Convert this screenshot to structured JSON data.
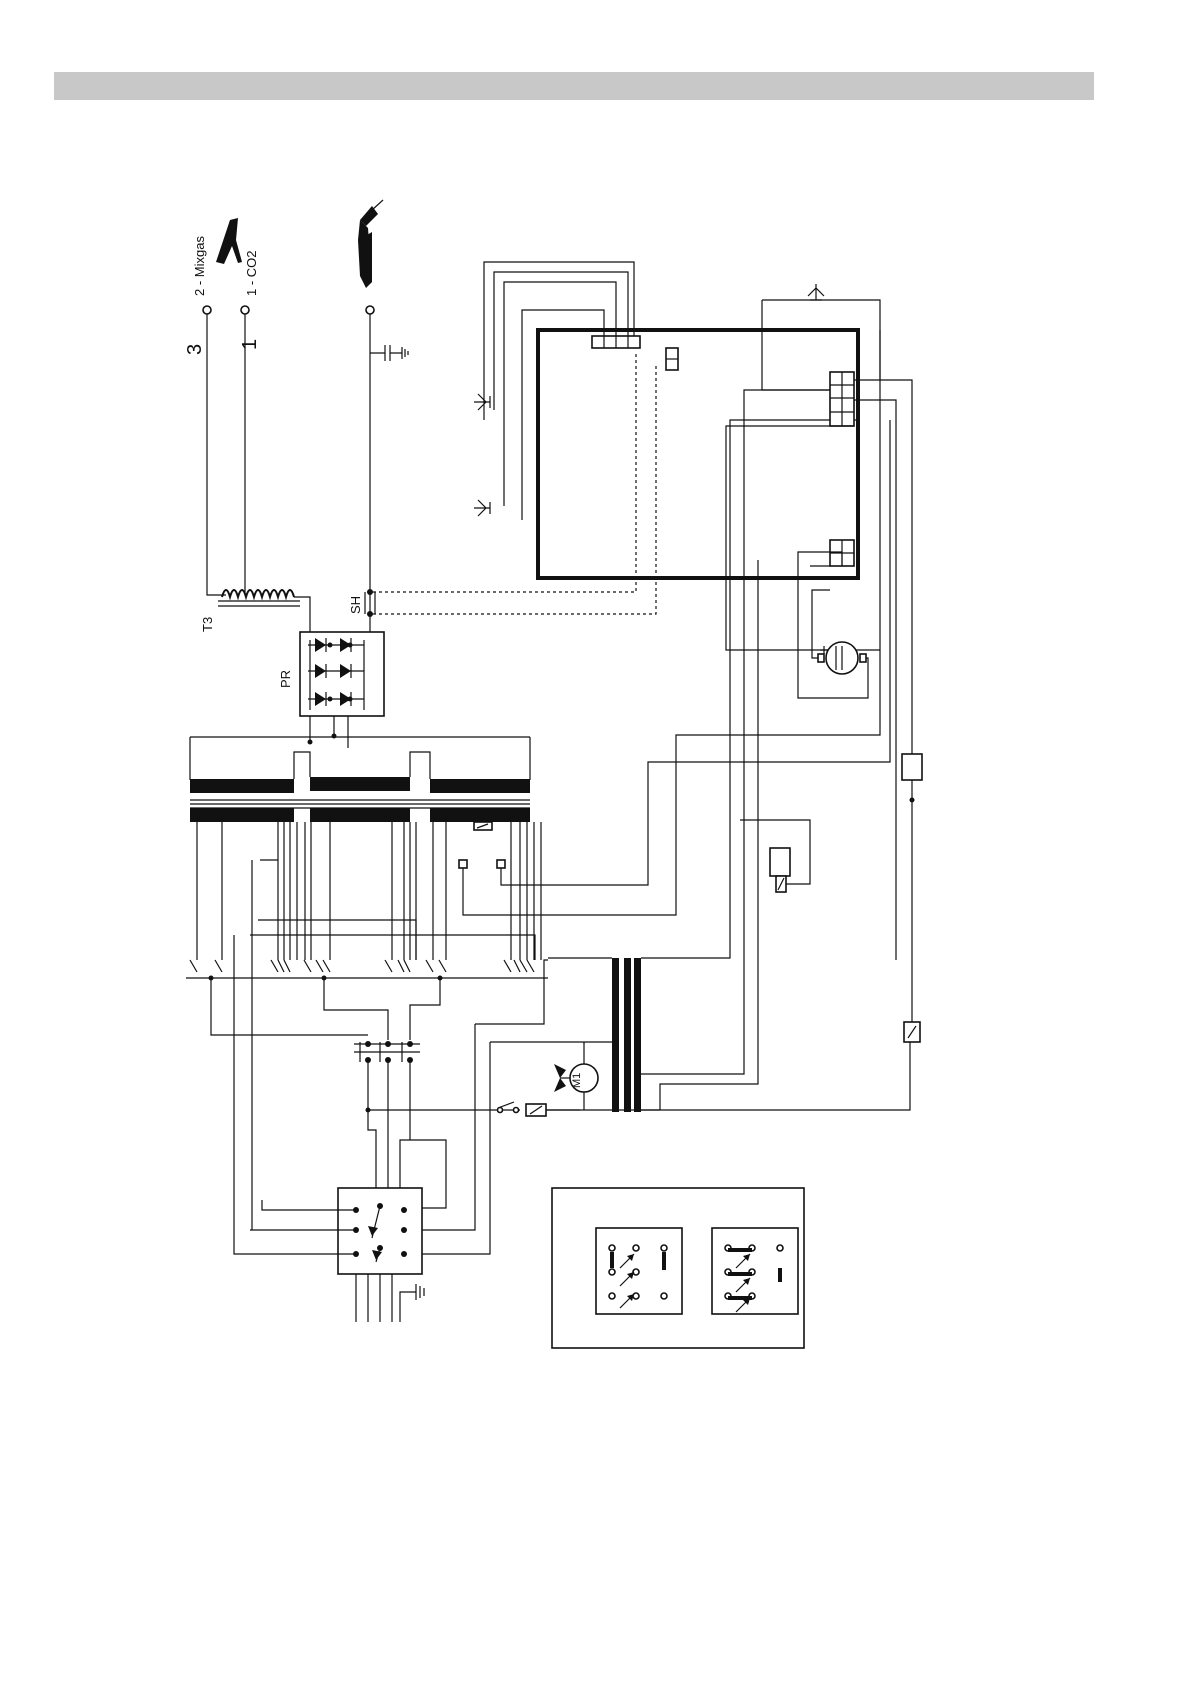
{
  "labels": {
    "gas_2": "2 - Mixgas",
    "gas_1": "1 - CO2",
    "tap_3": "3",
    "tap_1": "1",
    "t3": "T3",
    "sh": "SH",
    "pr": "PR",
    "motor": "M1"
  },
  "icons": {
    "earth_clamp": "earth-clamp-icon",
    "torch": "welding-torch-icon",
    "fan": "fan-icon",
    "ground": "ground-icon"
  }
}
